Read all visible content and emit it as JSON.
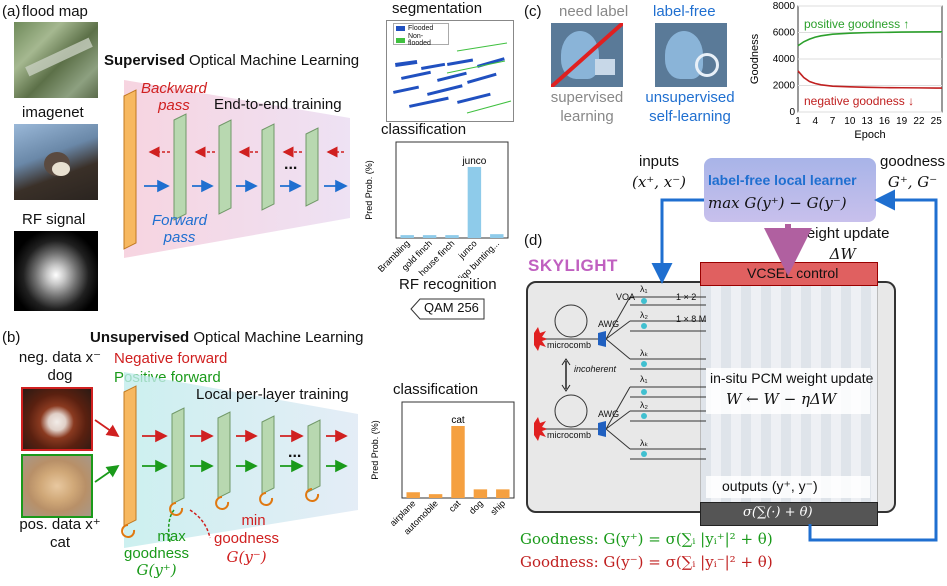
{
  "panel_a": {
    "label": "(a)",
    "input_flood": "flood map",
    "input_imagenet": "imagenet",
    "input_rf": "RF signal",
    "title_bold": "Supervised",
    "title_rest": " Optical Machine Learning",
    "backward": "Backward\npass",
    "backward_l1": "Backward",
    "backward_l2": "pass",
    "end_to_end": "End-to-end training",
    "forward_l1": "Forward",
    "forward_l2": "pass",
    "dots": "...",
    "segmentation_title": "segmentation",
    "legend_flooded": "Flooded",
    "legend_nonflooded": "Non-flooded",
    "classification_title": "classification",
    "rf_recognition": "RF recognition",
    "qam": "QAM 256"
  },
  "panel_b": {
    "label": "(b)",
    "title_bold": "Unsupervised",
    "title_rest": " Optical Machine Learning",
    "neg_data_l1": "neg. data x⁻",
    "neg_data_l2": "dog",
    "pos_data_l1": "pos. data x⁺",
    "pos_data_l2": "cat",
    "neg_forward": "Negative forward",
    "pos_forward": "Positive forward",
    "local_training": "Local per-layer training",
    "dots": "...",
    "max": "max",
    "goodness_pos_l1": "goodness",
    "goodness_pos_l2": "G(y⁺)",
    "min": "min",
    "goodness_neg_l1": "goodness",
    "goodness_neg_l2": "G(y⁻)",
    "classification_title": "classification"
  },
  "panel_c": {
    "label": "(c)",
    "need_label": "need label",
    "label_free": "label-free",
    "supervised_l1": "supervised",
    "supervised_l2": "learning",
    "unsupervised_l1": "unsupervised",
    "unsupervised_l2": "self-learning"
  },
  "panel_d": {
    "label": "(d)",
    "skylight": "SKYLIGHT",
    "inputs_l1": "inputs",
    "inputs_l2": "(x⁺, x⁻)",
    "goodness_l1": "goodness",
    "goodness_l2": "G⁺, G⁻",
    "learner_l1": "label-free local learner",
    "learner_l2": "max G(y⁺) − G(y⁻)",
    "weight_update_l1": "weight update",
    "weight_update_l2": "ΔW",
    "vcsel": "VCSEL control",
    "microcomb_1": "microcomb",
    "microcomb_2": "microcomb",
    "incoherent": "incoherent",
    "awg_1": "AWG",
    "awg_2": "AWG",
    "voa": "VOA",
    "splitter": "1 × 2",
    "mmi": "1 × 8 M",
    "lambda_1": "λ₁",
    "lambda_2": "λ₂",
    "lambda_k": "λₖ",
    "pcm_l1": "in-situ PCM weight update",
    "pcm_l2": "W ← W − ηΔW",
    "outputs": "outputs (y⁺, y⁻)",
    "sigma": "σ(∑(·) + θ)",
    "goodness_eq_pos": "Goodness: G(y⁺) = σ(∑ᵢ |yᵢ⁺|² + θ)",
    "goodness_eq_neg": "Goodness: G(y⁻) = σ(∑ᵢ |yᵢ⁻|² + θ)"
  },
  "colors": {
    "orange": "#f0a040",
    "green_layer": "#b8d8b0",
    "blue": "#1f6fd0",
    "red": "#d02020",
    "green_text": "#1a9a1a",
    "bar_blue": "#8ecbea",
    "bar_orange": "#f5a040",
    "purple": "#b060a0"
  },
  "chart_data": [
    {
      "type": "line",
      "title": "",
      "xlabel": "Epoch",
      "ylabel": "Goodness",
      "x_ticks": [
        1,
        4,
        7,
        10,
        13,
        16,
        19,
        22,
        25
      ],
      "y_ticks": [
        0,
        2000,
        4000,
        6000,
        8000
      ],
      "xlim": [
        1,
        26
      ],
      "ylim": [
        0,
        8000
      ],
      "series": [
        {
          "name": "positive goodness ↑",
          "color": "#2ca02c",
          "x": [
            1,
            2,
            3,
            4,
            5,
            7,
            10,
            13,
            16,
            19,
            22,
            25,
            26
          ],
          "values": [
            5000,
            5300,
            5500,
            5650,
            5750,
            5870,
            5950,
            5990,
            6010,
            6030,
            6040,
            6050,
            6050
          ]
        },
        {
          "name": "negative goodness ↓",
          "color": "#c02020",
          "x": [
            1,
            2,
            3,
            4,
            5,
            7,
            10,
            13,
            16,
            19,
            22,
            25,
            26
          ],
          "values": [
            3100,
            2600,
            2300,
            2150,
            2050,
            1950,
            1900,
            1860,
            1840,
            1830,
            1820,
            1810,
            1810
          ]
        }
      ]
    },
    {
      "type": "bar",
      "title": "classification",
      "ylabel": "Pred Prob. (%)",
      "categories": [
        "Brambling",
        "gold finch",
        "house finch",
        "junco",
        "indigo bunting..."
      ],
      "values": [
        3,
        3,
        3,
        74,
        4
      ],
      "highlight": "junco",
      "ylim": [
        0,
        100
      ]
    },
    {
      "type": "bar",
      "title": "classification",
      "ylabel": "Pred Prob. (%)",
      "categories": [
        "airplane",
        "automobile",
        "cat",
        "dog",
        "ship"
      ],
      "values": [
        6,
        4,
        75,
        9,
        9
      ],
      "highlight": "cat",
      "ylim": [
        0,
        100
      ]
    }
  ]
}
